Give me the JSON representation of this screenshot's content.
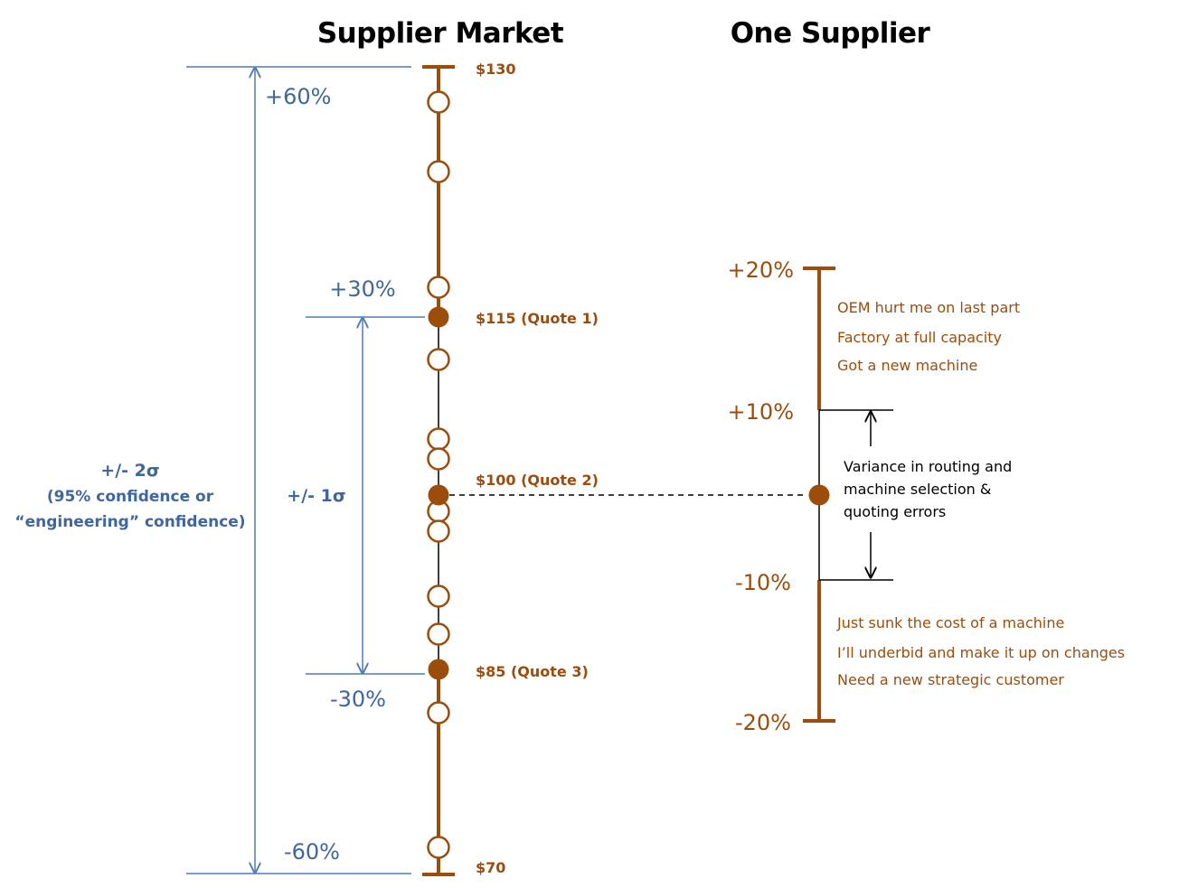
{
  "colors": {
    "brown": "#9c4d0c",
    "blue": "#4f7db5",
    "blue_text": "#3f679d",
    "black": "#000000"
  },
  "titles": {
    "market": "Supplier Market",
    "one": "One Supplier"
  },
  "market": {
    "price_top": "$130",
    "quote1": "$115 (Quote 1)",
    "quote2": "$100 (Quote 2)",
    "quote3": "$85 (Quote 3)",
    "price_bottom": "$70",
    "plus60": "+60%",
    "plus30": "+30%",
    "minus30": "-30%",
    "minus60": "-60%",
    "one_sigma": "+/- 1σ",
    "two_sigma": [
      "+/- 2σ",
      "(95% confidence or",
      "“engineering” confidence)"
    ]
  },
  "supplier": {
    "plus20": "+20%",
    "plus10": "+10%",
    "minus10": "-10%",
    "minus20": "-20%",
    "upside_reasons": [
      "OEM hurt me on last part",
      "Factory at full capacity",
      "Got a new machine"
    ],
    "variance_note": [
      "Variance in routing and",
      "machine selection &",
      "quoting errors"
    ],
    "downside_reasons": [
      "Just sunk the cost of a machine",
      "I’ll underbid and make it up on changes",
      "Need a new strategic customer"
    ]
  }
}
